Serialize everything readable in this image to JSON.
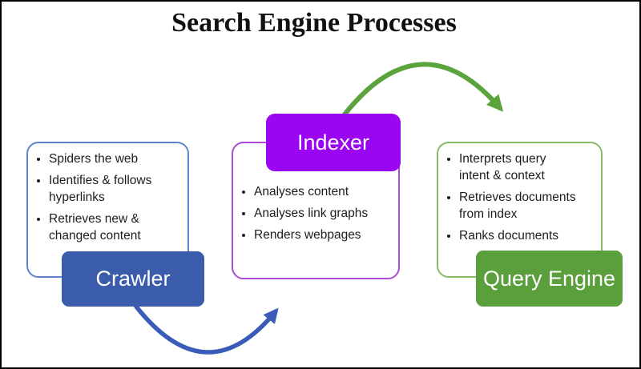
{
  "title": "Search Engine Processes",
  "stages": [
    {
      "label": "Crawler",
      "bullets": [
        "Spiders the web",
        "Identifies & follows\nhyperlinks",
        "Retrieves new &\nchanged content"
      ]
    },
    {
      "label": "Indexer",
      "bullets": [
        "Analyses content",
        "Analyses link graphs",
        "Renders webpages"
      ]
    },
    {
      "label": "Query Engine",
      "bullets": [
        "Interprets query\nintent & context",
        "Retrieves documents\nfrom index",
        "Ranks documents"
      ]
    }
  ],
  "arrows": [
    {
      "name": "crawler-to-indexer",
      "color": "#3a5cb8"
    },
    {
      "name": "indexer-to-query-engine",
      "color": "#5ba33d"
    }
  ],
  "colors": {
    "crawler_fill": "#3b5caa",
    "crawler_border": "#5d82cf",
    "indexer_fill": "#9a05f2",
    "indexer_border": "#ab4bd6",
    "query_fill": "#5b9e3c",
    "query_border": "#85bc66",
    "label_text": "#ffffff",
    "body_text": "#1d1d1d",
    "title_text": "#111111"
  }
}
